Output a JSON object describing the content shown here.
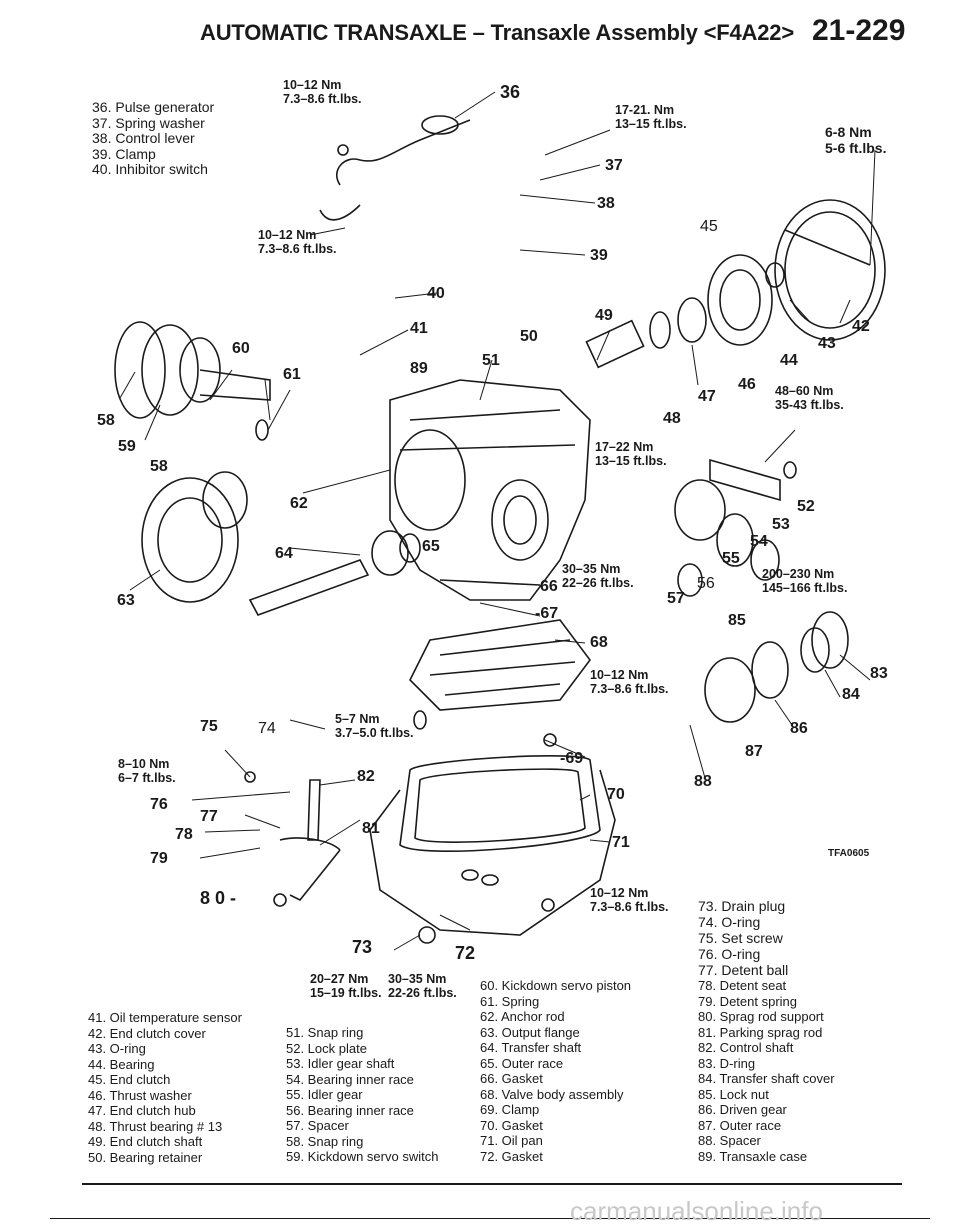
{
  "header": {
    "title": "AUTOMATIC TRANSAXLE – Transaxle Assembly <F4A22>",
    "page_number": "21-229"
  },
  "legend_top": [
    "36. Pulse generator",
    "37. Spring washer",
    "38. Control lever",
    "39. Clamp",
    "40. Inhibitor switch"
  ],
  "torque_specs": {
    "t1": [
      "10–12 Nm",
      "7.3–8.6 ft.lbs."
    ],
    "t2": [
      "17-21. Nm",
      "13–15 ft.lbs."
    ],
    "t3": [
      "6-8 Nm",
      "5-6 ft.lbs."
    ],
    "t4": [
      "10–12 Nm",
      "7.3–8.6 ft.lbs."
    ],
    "t5": [
      "48–60 Nm",
      "35-43 ft.lbs."
    ],
    "t6": [
      "17–22 Nm",
      "13–15 ft.lbs."
    ],
    "t7": [
      "30–35 Nm",
      "22–26 ft.lbs."
    ],
    "t8": [
      "200–230 Nm",
      "145–166 ft.lbs."
    ],
    "t9": [
      "10–12 Nm",
      "7.3–8.6 ft.lbs."
    ],
    "t10": [
      "5–7 Nm",
      "3.7–5.0 ft.lbs."
    ],
    "t11": [
      "8–10 Nm",
      "6–7 ft.lbs."
    ],
    "t12": [
      "10–12 Nm",
      "7.3–8.6 ft.lbs."
    ],
    "t13": [
      "20–27 Nm",
      "15–19 ft.lbs."
    ],
    "t14": [
      "30–35 Nm",
      "22-26 ft.lbs."
    ]
  },
  "callouts": [
    "36",
    "37",
    "38",
    "39",
    "40",
    "41",
    "42",
    "43",
    "44",
    "45",
    "46",
    "47",
    "48",
    "49",
    "50",
    "51",
    "52",
    "53",
    "54",
    "55",
    "56",
    "57",
    "58",
    "58",
    "59",
    "60",
    "61",
    "62",
    "63",
    "64",
    "65",
    "66",
    "-67",
    "68",
    "-69",
    "70",
    "71",
    "72",
    "73",
    "74",
    "75",
    "76",
    "77",
    "78",
    "79",
    "8 0 -",
    "81",
    "82",
    "83",
    "84",
    "85",
    "86",
    "87",
    "88",
    "89"
  ],
  "figure_code": "TFA0605",
  "legend_right_top": [
    "73. Drain plug",
    "74. O-ring",
    "75. Set screw",
    "76. O-ring",
    "77. Detent ball"
  ],
  "legend_bottom": {
    "col1": [
      "41. Oil temperature sensor",
      "42. End clutch cover",
      "43. O-ring",
      "44. Bearing",
      "45. End clutch",
      "46. Thrust washer",
      "47. End clutch hub",
      "48. Thrust bearing # 13",
      "49. End clutch shaft",
      "50. Bearing retainer"
    ],
    "col2": [
      "51. Snap ring",
      "52. Lock plate",
      "53. Idler gear shaft",
      "54. Bearing inner race",
      "55. Idler gear",
      "56. Bearing inner race",
      "57. Spacer",
      "58. Snap ring",
      "59. Kickdown servo switch"
    ],
    "col3": [
      "60. Kickdown servo piston",
      "61. Spring",
      "62. Anchor rod",
      "63. Output flange",
      "64. Transfer shaft",
      "65. Outer race",
      "66. Gasket",
      "68. Valve body assembly",
      "69. Clamp",
      "70. Gasket",
      "71. Oil pan",
      "72. Gasket"
    ],
    "col4": [
      "78. Detent seat",
      "79. Detent spring",
      "80. Sprag rod support",
      "81. Parking sprag rod",
      "82. Control shaft",
      "83. D-ring",
      "84. Transfer shaft cover",
      "85. Lock nut",
      "86. Driven gear",
      "87. Outer race",
      "88. Spacer",
      "89. Transaxle case"
    ]
  },
  "watermark": "carmanualsonline.info"
}
